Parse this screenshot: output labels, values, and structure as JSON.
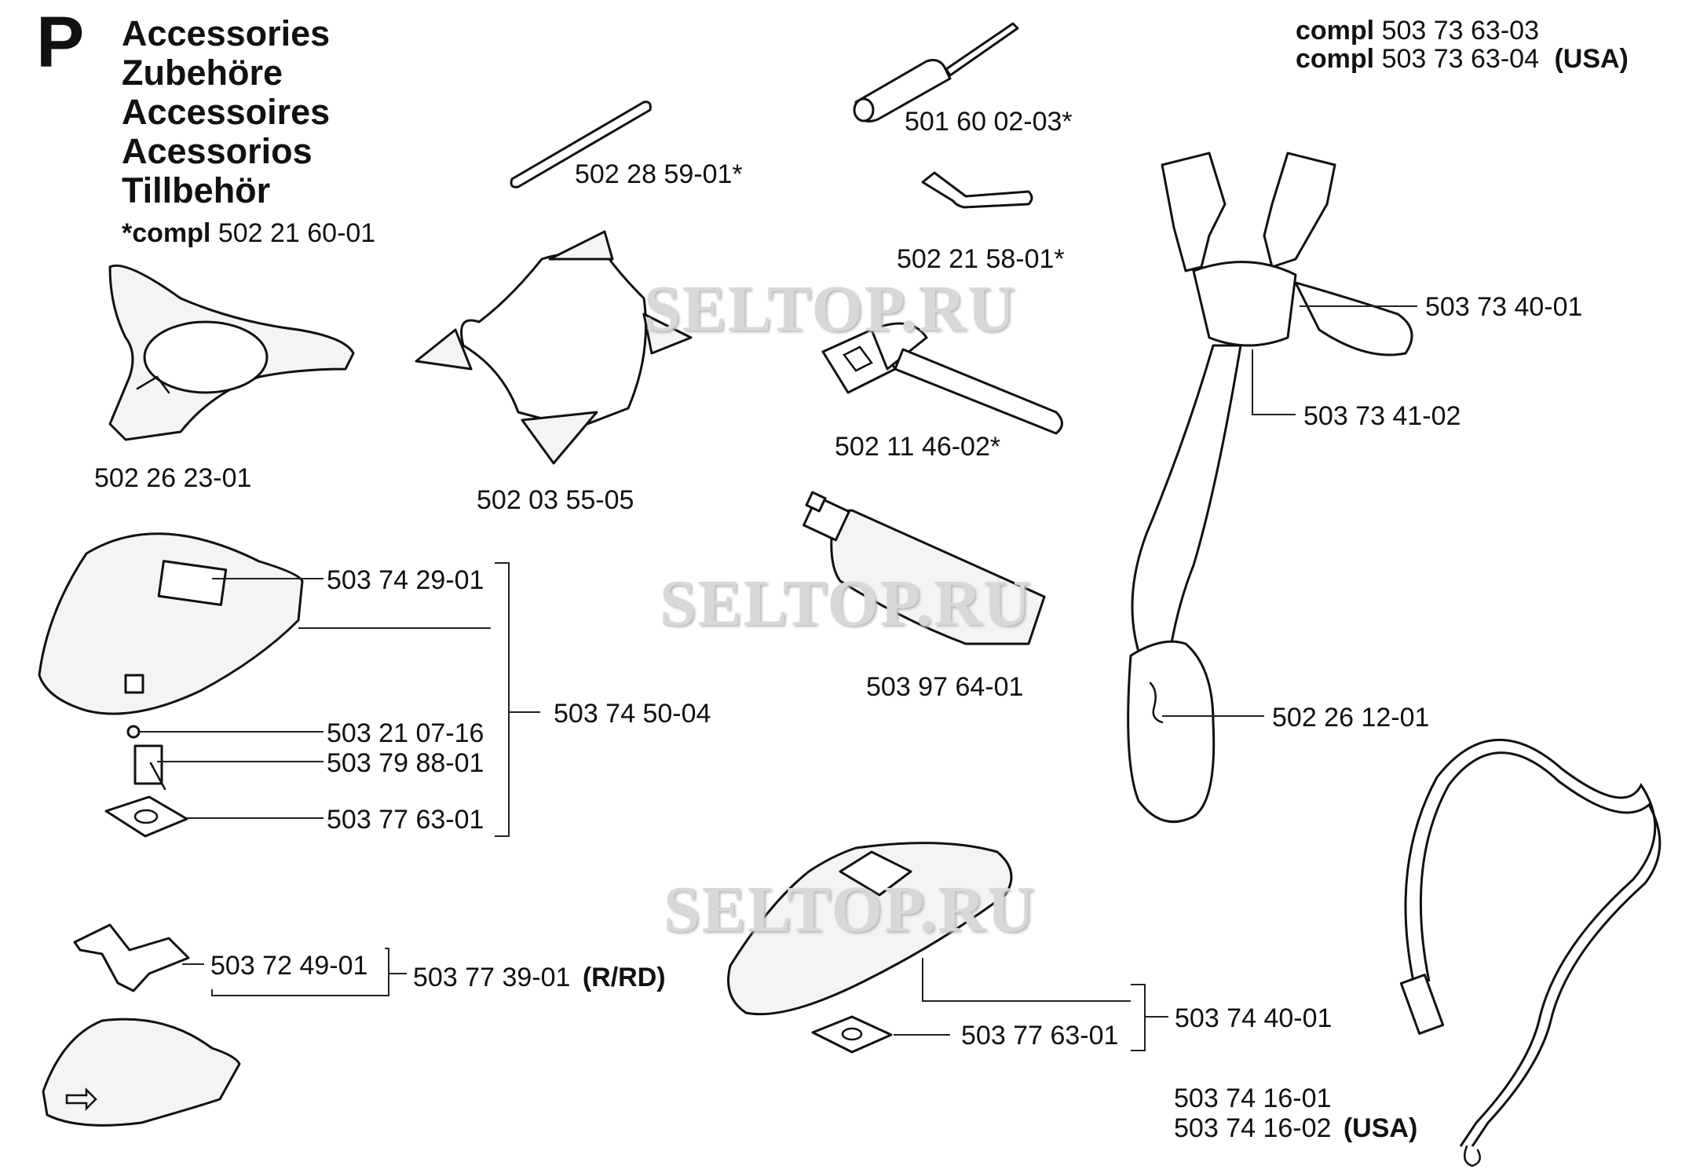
{
  "section": "P",
  "titles": [
    "Accessories",
    "Zubehöre",
    "Accessoires",
    "Acessorios",
    "Tillbehör"
  ],
  "kit_note": {
    "prefix": "*compl",
    "number": "502 21 60-01"
  },
  "harness_kit": [
    {
      "prefix": "compl",
      "number": "503 73 63-03",
      "suffix": ""
    },
    {
      "prefix": "compl",
      "number": "503 73 63-04",
      "suffix": "(USA)"
    }
  ],
  "watermarks": [
    "SELTOP.RU",
    "SELTOP.RU",
    "SELTOP.RU"
  ],
  "parts": {
    "rod": "502 28 59-01*",
    "screwdriver": "501 60 02-03*",
    "hex_key": "502 21 58-01*",
    "combination_spanner": "502 11 46-02*",
    "grease_tube": "503 97 64-01",
    "support_cup": "502 26 23-01",
    "transport_guard": "502 03 55-05",
    "guard_cover": "503 74 29-01",
    "guard_assembly": "503 74 50-04",
    "screw": "503 21 07-16",
    "knife": "503 79 88-01",
    "plate_a": "503 77 63-01",
    "bracket": "503 72 49-01",
    "guard_kit": {
      "number": "503 77 39-01",
      "suffix": "(R/RD)"
    },
    "blade_guard_plate": "503 77 63-01",
    "blade_guard": "503 74 40-01",
    "harness_strap": "503 73 40-01",
    "harness_plate": "503 73 41-02",
    "hip_pad": "502 26 12-01",
    "shoulder_strap_1": "503 74 16-01",
    "shoulder_strap_2": {
      "number": "503 74 16-02",
      "suffix": "(USA)"
    }
  }
}
